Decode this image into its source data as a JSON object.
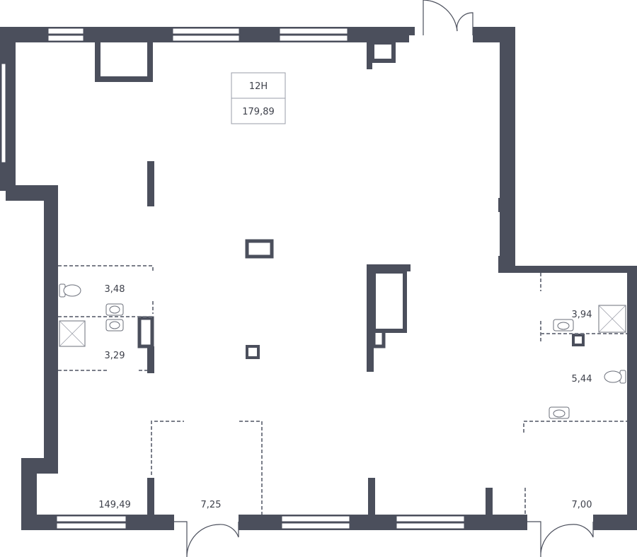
{
  "unit": {
    "number": "12Н",
    "total_area": "179,89"
  },
  "rooms": {
    "main_hall": "149,49",
    "bath_1": "3,48",
    "bath_2": "3,29",
    "vestibule_left": "7,25",
    "bath_right_top": "3,94",
    "bath_right_bottom": "5,44",
    "vestibule_right": "7,00"
  },
  "colors": {
    "wall": "#4b4f5c",
    "background": "#ffffff"
  }
}
